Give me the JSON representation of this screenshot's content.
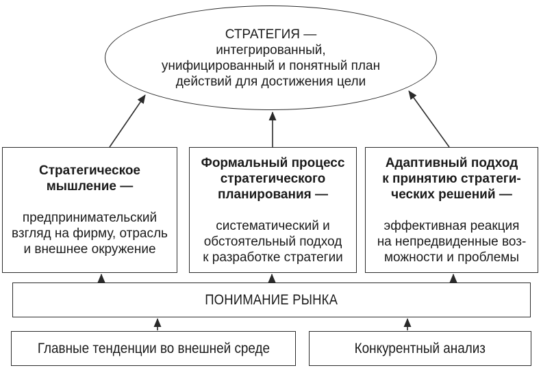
{
  "diagram": {
    "ellipse": {
      "text": "СТРАТЕГИЯ —\nинтегрированный,\nунифицированный и понятный план\nдействий для достижения цели"
    },
    "boxes": [
      {
        "title": "Стратегическое\nмышление —",
        "body": "предпринимательский\nвзгляд на фирму, отрасль\nи внешнее окружение"
      },
      {
        "title": "Формальный процесс\nстратегического\nпланирования —",
        "body": "систематический и\nобстоятельный подход\nк разработке стратегии"
      },
      {
        "title": "Адаптивный подход\nк принятию стратеги-\nческих решений —",
        "body": "эффективная реакция\nна непредвиденные воз-\nможности и проблемы"
      }
    ],
    "market_box": {
      "label": "ПОНИМАНИЕ РЫНКА"
    },
    "bottom_boxes": [
      {
        "label": "Главные тенденции во внешней среде"
      },
      {
        "label": "Конкурентный анализ"
      }
    ],
    "colors": {
      "stroke": "#2a2a2a",
      "text": "#1a1a1a",
      "background": "#ffffff"
    }
  }
}
